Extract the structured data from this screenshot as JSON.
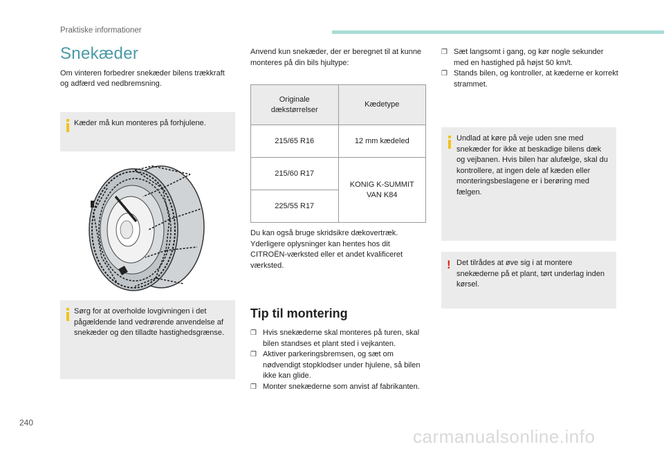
{
  "header": {
    "section": "Praktiske informationer"
  },
  "page": {
    "title": "Snekæder",
    "number": "240"
  },
  "col1": {
    "intro": "Om vinteren forbedrer snekæder bilens trækkraft og adfærd ved nedbremsning.",
    "note_front": "Kæder må kun monteres på forhjulene.",
    "note_law": "Sørg for at overholde lovgivningen i det pågældende land vedrørende anvendelse af snekæder og den tilladte hastighedsgrænse."
  },
  "col2": {
    "intro": "Anvend kun snekæder, der er beregnet til at kunne monteres på din bils hjultype:",
    "table": {
      "headers": [
        "Originale dækstørrelser",
        "Kædetype"
      ],
      "rows": [
        {
          "size": "215/65 R16",
          "chain": "12 mm kædeled"
        },
        {
          "size": "215/60 R17",
          "chain": "KONIG K-SUMMIT VAN K84"
        },
        {
          "size": "225/55 R17"
        }
      ]
    },
    "after_table": "Du kan også bruge skridsikre dækovertræk. Yderligere oplysninger kan hentes hos dit CITROËN-værksted eller et andet kvalificeret værksted.",
    "tips_title": "Tip til montering",
    "tips": [
      "Hvis snekæderne skal monteres på turen, skal bilen standses et plant sted i vejkanten.",
      "Aktiver parkeringsbremsen, og sæt om nødvendigt stopklodser under hjulene, så bilen ikke kan glide.",
      "Monter snekæderne som anvist af fabrikanten."
    ]
  },
  "col3": {
    "steps": [
      "Sæt langsomt i gang, og kør nogle sekunder med en hastighed på højst 50 km/t.",
      "Stands bilen, og kontroller, at kæderne er korrekt strammet."
    ],
    "note_snow": "Undlad at køre på veje uden sne med snekæder for ikke at beskadige bilens dæk og vejbanen. Hvis bilen har alufælge, skal du kontrollere, at ingen dele af kæden eller monteringsbeslagene er i berøring med fælgen.",
    "warning_practice": "Det tilrådes at øve sig i at montere snekæderne på et plant, tørt underlag inden kørsel."
  },
  "footer": {
    "watermark": "carmanualsonline.info"
  },
  "icons": {
    "bullet": "checkbox-bullet-icon",
    "info": "info-icon",
    "warning": "warning-icon"
  },
  "colors": {
    "accent": "#4a9aa6",
    "header_bar": "#a8dcd6",
    "note_bg": "#ebebeb",
    "info_icon": "#f2c21b",
    "warning_icon": "#e0261a"
  }
}
